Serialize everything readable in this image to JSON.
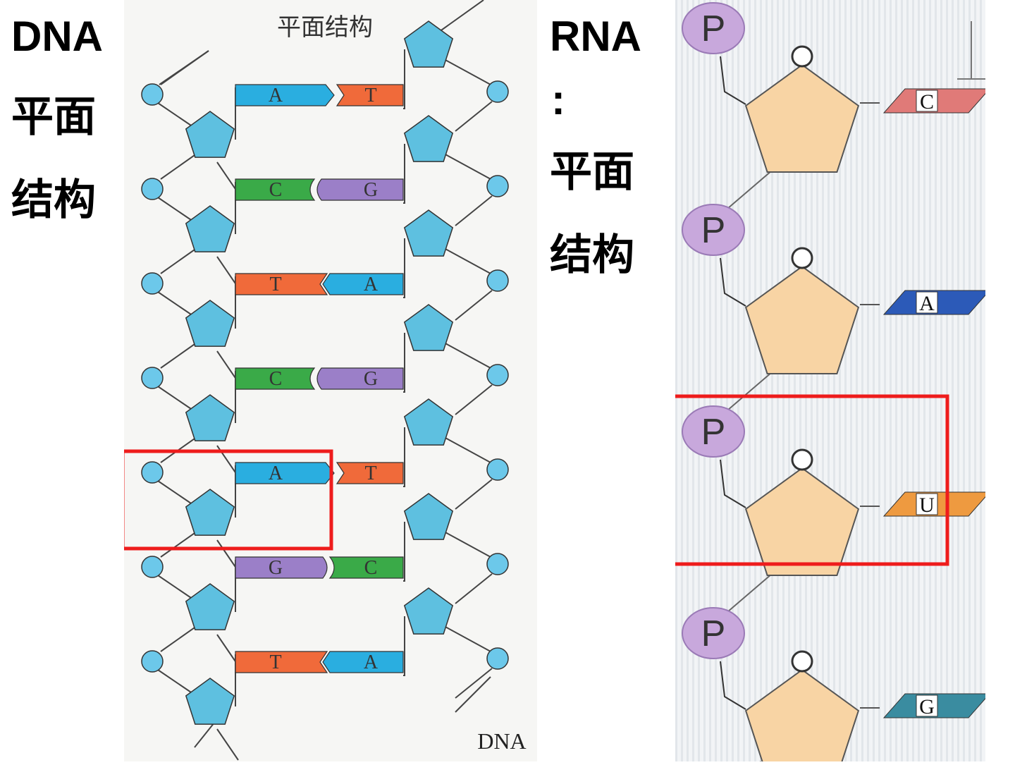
{
  "dna_side": {
    "title_lines": [
      "DNA",
      "平面",
      "结构"
    ],
    "figure_title": "平面结构",
    "caption": "DNA",
    "base_pairs": [
      {
        "left": "A",
        "right": "T"
      },
      {
        "left": "C",
        "right": "G"
      },
      {
        "left": "T",
        "right": "A"
      },
      {
        "left": "C",
        "right": "G"
      },
      {
        "left": "A",
        "right": "T"
      },
      {
        "left": "G",
        "right": "C"
      },
      {
        "left": "T",
        "right": "A"
      }
    ],
    "highlighted_pair_index": 4
  },
  "rna_side": {
    "title_lines": [
      "RNA",
      ":",
      "平面",
      "结构"
    ],
    "nucleotides": [
      {
        "phosphate": "P",
        "base": "C"
      },
      {
        "phosphate": "P",
        "base": "A"
      },
      {
        "phosphate": "P",
        "base": "U"
      },
      {
        "phosphate": "P",
        "base": "G"
      }
    ],
    "highlighted_nucleotide_index": 2
  },
  "colors": {
    "A": "#2aaee0",
    "T": "#f06a3a",
    "C": "#3aaa48",
    "G": "#9b7fc8",
    "sugar_dna": "#5ec0e0",
    "phosphate_dna": "#6cc8ea",
    "sugar_rna": "#f8d4a4",
    "phosphate_rna": "#c8a8dc",
    "rna_base_C": "#e07a78",
    "rna_base_A": "#2c5ab8",
    "rna_base_U": "#ee9a40",
    "rna_base_G": "#3a8ca0",
    "highlight": "#ee1c1c"
  }
}
